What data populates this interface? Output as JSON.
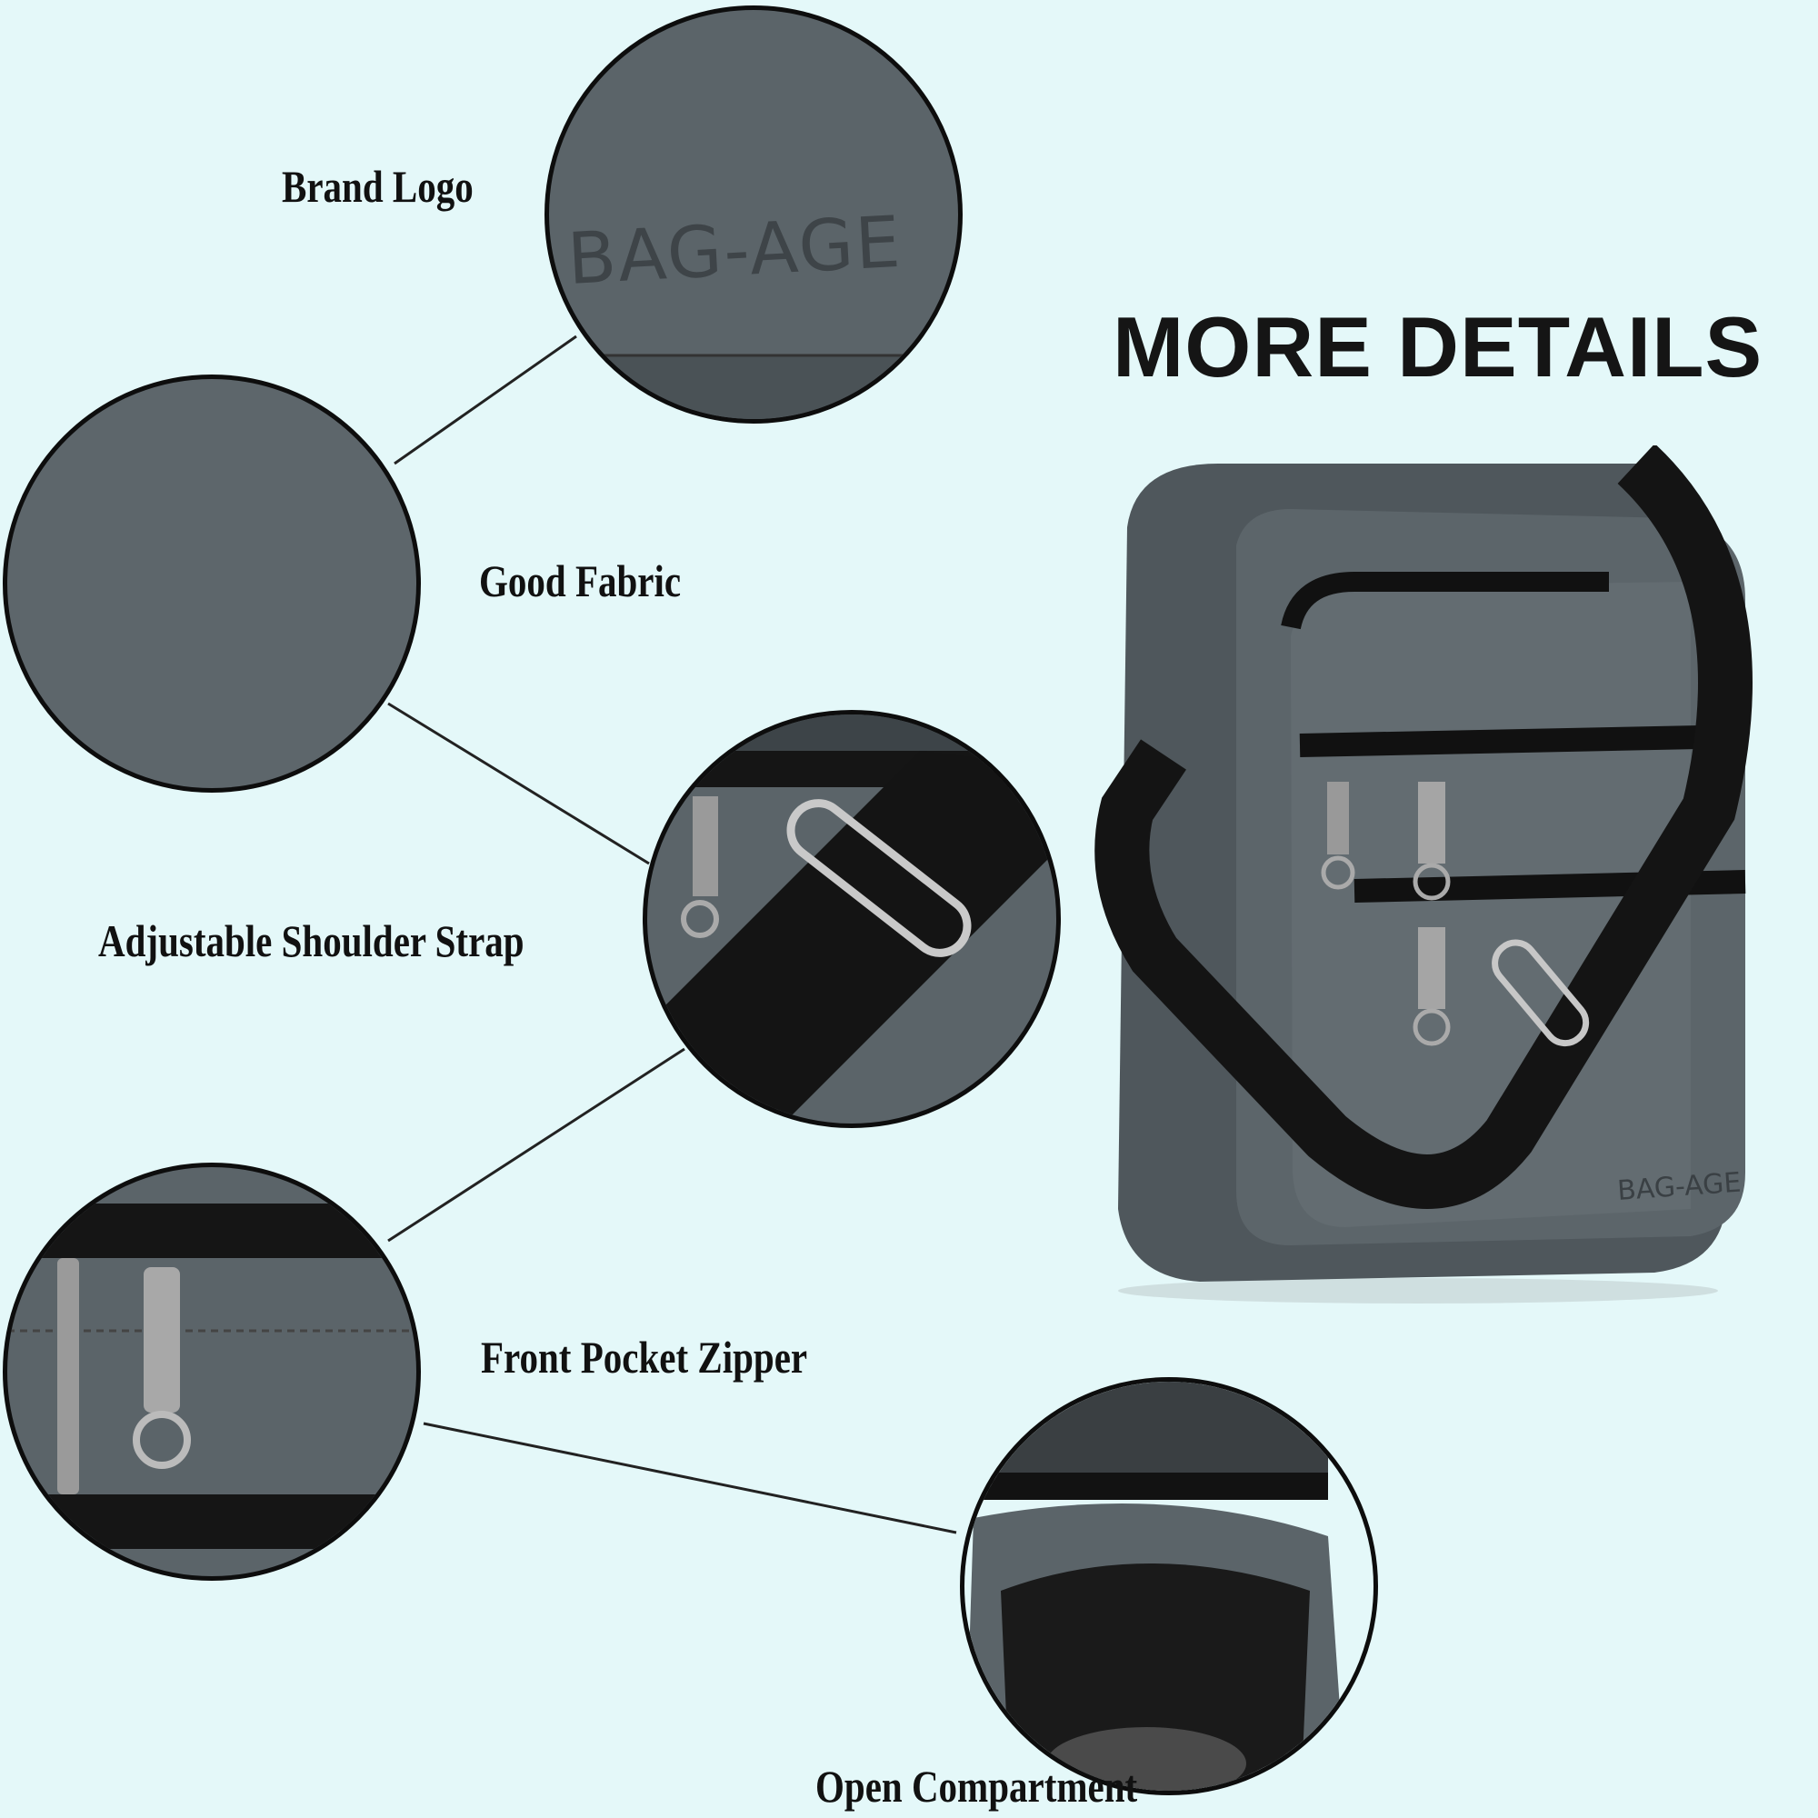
{
  "title": "MORE DETAILS",
  "features": [
    {
      "label": "Brand Logo"
    },
    {
      "label": "Good Fabric"
    },
    {
      "label": "Adjustable Shoulder Strap"
    },
    {
      "label": "Front Pocket Zipper"
    },
    {
      "label": "Open Compartment"
    }
  ],
  "brand_logo_text": "BAG-AGE",
  "colors": {
    "background": "#e4f8f9",
    "fabric": "#5b6469",
    "strap": "#141414",
    "border": "#0d0d0d"
  }
}
